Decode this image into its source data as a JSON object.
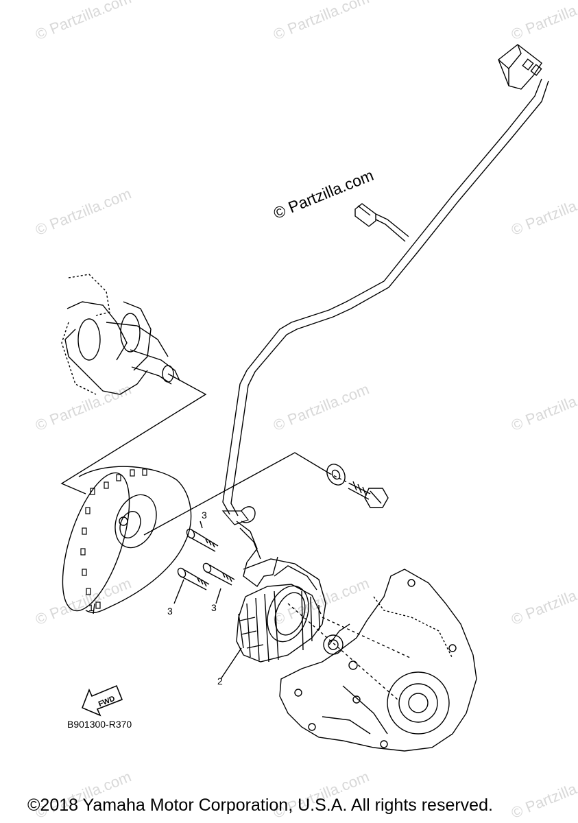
{
  "watermark_text": "© Partzilla.com",
  "center_watermark": "© Partzilla.com",
  "callouts": {
    "flywheel": "1",
    "stator": "2",
    "bolt_top": "3",
    "bolt_left": "3",
    "bolt_right": "3"
  },
  "fwd_label": "FWD",
  "reference_code": "B901300-R370",
  "copyright": "©2018 Yamaha Motor Corporation, U.S.A. All rights reserved.",
  "colors": {
    "line": "#000000",
    "watermark": "#d8d8d8"
  }
}
